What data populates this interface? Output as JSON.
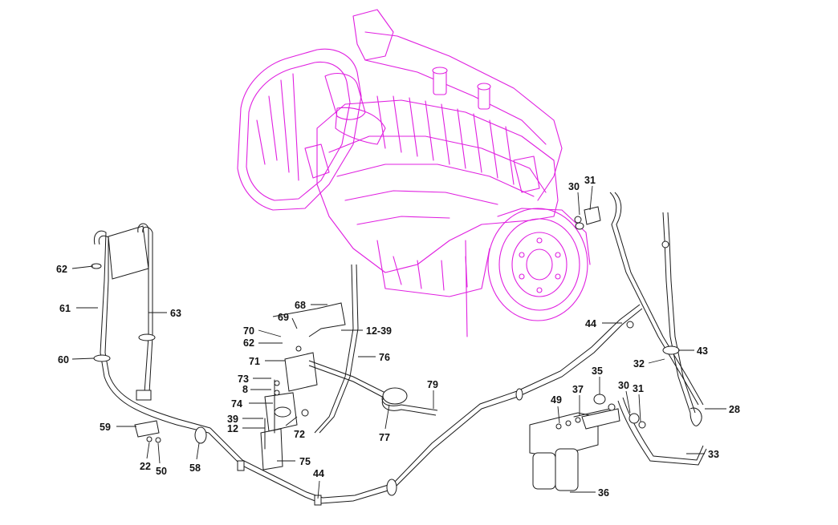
{
  "callouts": [
    {
      "id": "c30a",
      "text": "30"
    },
    {
      "id": "c31a",
      "text": "31"
    },
    {
      "id": "c62a",
      "text": "62"
    },
    {
      "id": "c61",
      "text": "61"
    },
    {
      "id": "c63",
      "text": "63"
    },
    {
      "id": "c60",
      "text": "60"
    },
    {
      "id": "c68",
      "text": "68"
    },
    {
      "id": "c69",
      "text": "69"
    },
    {
      "id": "c70",
      "text": "70"
    },
    {
      "id": "c62b",
      "text": "62"
    },
    {
      "id": "c1239a",
      "text": "12-39"
    },
    {
      "id": "c44a",
      "text": "44"
    },
    {
      "id": "c76",
      "text": "76"
    },
    {
      "id": "c71",
      "text": "71"
    },
    {
      "id": "c43",
      "text": "43"
    },
    {
      "id": "c32",
      "text": "32"
    },
    {
      "id": "c73",
      "text": "73"
    },
    {
      "id": "c8",
      "text": "8"
    },
    {
      "id": "c74",
      "text": "74"
    },
    {
      "id": "c35",
      "text": "35"
    },
    {
      "id": "c79",
      "text": "79"
    },
    {
      "id": "c37",
      "text": "37"
    },
    {
      "id": "c30b",
      "text": "30"
    },
    {
      "id": "c31b",
      "text": "31"
    },
    {
      "id": "c49",
      "text": "49"
    },
    {
      "id": "c59",
      "text": "59"
    },
    {
      "id": "c39",
      "text": "39"
    },
    {
      "id": "c12",
      "text": "12"
    },
    {
      "id": "c72",
      "text": "72"
    },
    {
      "id": "c77",
      "text": "77"
    },
    {
      "id": "c28",
      "text": "28"
    },
    {
      "id": "c22",
      "text": "22"
    },
    {
      "id": "c50",
      "text": "50"
    },
    {
      "id": "c58",
      "text": "58"
    },
    {
      "id": "c75",
      "text": "75"
    },
    {
      "id": "c33",
      "text": "33"
    },
    {
      "id": "c44b",
      "text": "44"
    },
    {
      "id": "c36",
      "text": "36"
    }
  ],
  "colors": {
    "engine": "#e020e0",
    "lines": "#1a1a1a",
    "background": "#ffffff"
  }
}
